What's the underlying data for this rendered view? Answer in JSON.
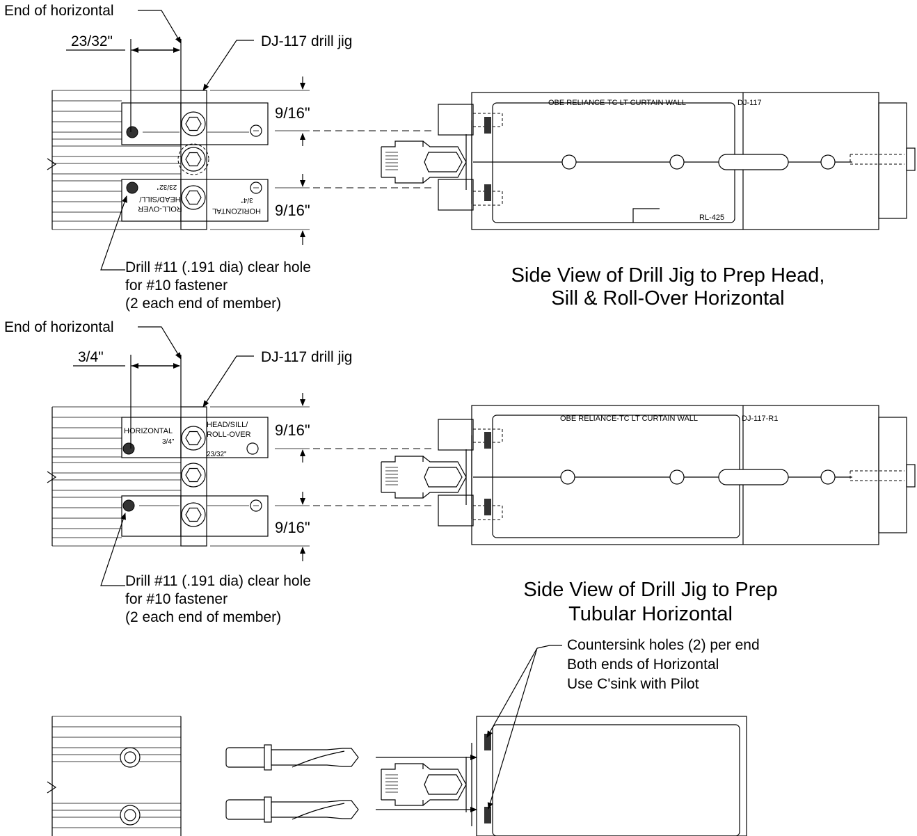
{
  "section1": {
    "end_label": "End of horizontal",
    "offset_dim": "23/32\"",
    "jig_label": "DJ-117 drill jig",
    "dim_top": "9/16\"",
    "dim_bottom": "9/16\"",
    "jig_text_head": "HEAD/SILL/",
    "jig_text_roll": "ROLL-OVER",
    "jig_text_dim": "23/32\"",
    "jig_text_horiz": "HORIZONTAL",
    "jig_text_34": "3/4\"",
    "drill_note": [
      "Drill #11 (.191 dia) clear hole",
      "for #10 fastener",
      "(2 each end of member)"
    ],
    "side_jig_title": "OBE RELIANCE-TC LT  CURTAIN  WALL",
    "side_jig_code": "DJ-117",
    "side_jig_part": "RL-425",
    "caption": [
      "Side View of Drill Jig to Prep Head,",
      "Sill & Roll-Over Horizontal"
    ]
  },
  "section2": {
    "end_label": "End of horizontal",
    "offset_dim": "3/4\"",
    "jig_label": "DJ-117 drill jig",
    "dim_top": "9/16\"",
    "dim_bottom": "9/16\"",
    "jig_text_horiz": "HORIZONTAL",
    "jig_text_34": "3/4\"",
    "jig_text_head": "HEAD/SILL/",
    "jig_text_roll": "ROLL-OVER",
    "jig_text_dim": "23/32\"",
    "drill_note": [
      "Drill #11 (.191 dia) clear hole",
      "for #10 fastener",
      "(2 each end of member)"
    ],
    "side_jig_title": "OBE RELIANCE-TC LT  CURTAIN  WALL",
    "side_jig_code": "DJ-117-R1",
    "caption": [
      "Side View of Drill Jig to Prep",
      "Tubular Horizontal"
    ]
  },
  "section3": {
    "note": [
      "Countersink holes (2) per end",
      "Both ends of Horizontal",
      "Use C'sink with Pilot"
    ]
  }
}
